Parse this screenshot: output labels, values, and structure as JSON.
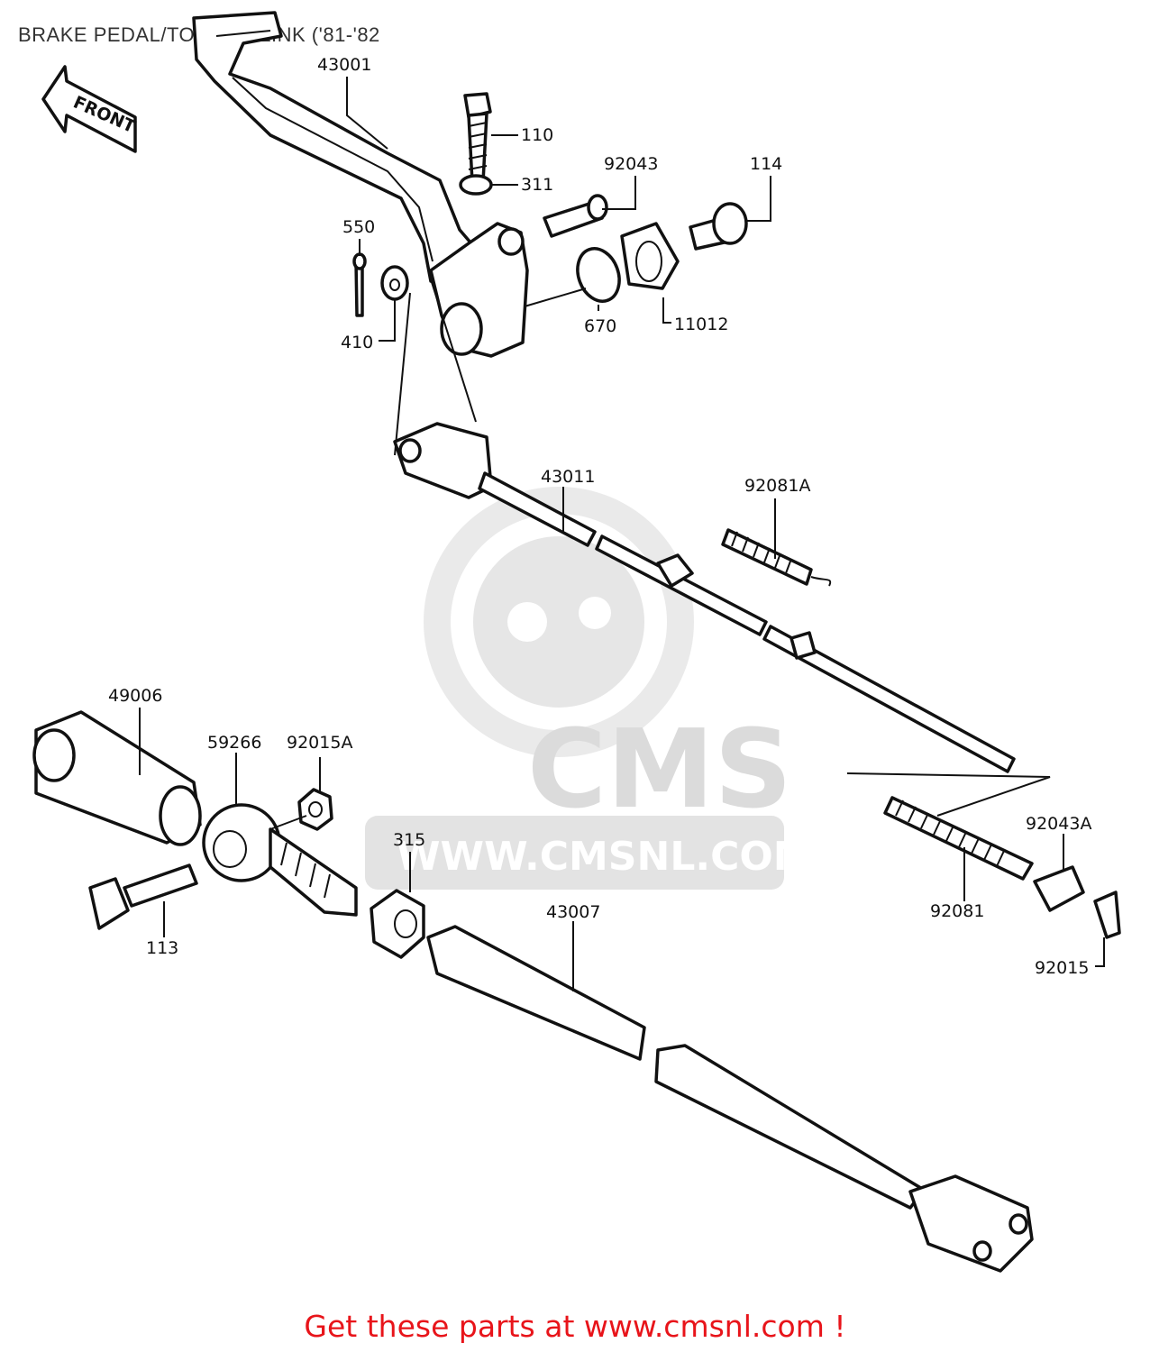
{
  "title": "BRAKE PEDAL/TORQUE LINK ('81-'82",
  "front_arrow_label": "FRONT",
  "watermark": {
    "brand": "CMS",
    "url": "WWW.CMSNL.COM"
  },
  "parts": [
    {
      "id": "p43001",
      "number": "43001"
    },
    {
      "id": "p110",
      "number": "110"
    },
    {
      "id": "p311",
      "number": "311"
    },
    {
      "id": "p92043",
      "number": "92043"
    },
    {
      "id": "p114",
      "number": "114"
    },
    {
      "id": "p550",
      "number": "550"
    },
    {
      "id": "p410",
      "number": "410"
    },
    {
      "id": "p670",
      "number": "670"
    },
    {
      "id": "p11012",
      "number": "11012"
    },
    {
      "id": "p43011",
      "number": "43011"
    },
    {
      "id": "p92081A",
      "number": "92081A"
    },
    {
      "id": "p49006",
      "number": "49006"
    },
    {
      "id": "p59266",
      "number": "59266"
    },
    {
      "id": "p92015A",
      "number": "92015A"
    },
    {
      "id": "p315",
      "number": "315"
    },
    {
      "id": "p43007",
      "number": "43007"
    },
    {
      "id": "p113",
      "number": "113"
    },
    {
      "id": "p92043A",
      "number": "92043A"
    },
    {
      "id": "p92081",
      "number": "92081"
    },
    {
      "id": "p92015",
      "number": "92015"
    }
  ],
  "cta": "Get these parts at www.cmsnl.com !"
}
